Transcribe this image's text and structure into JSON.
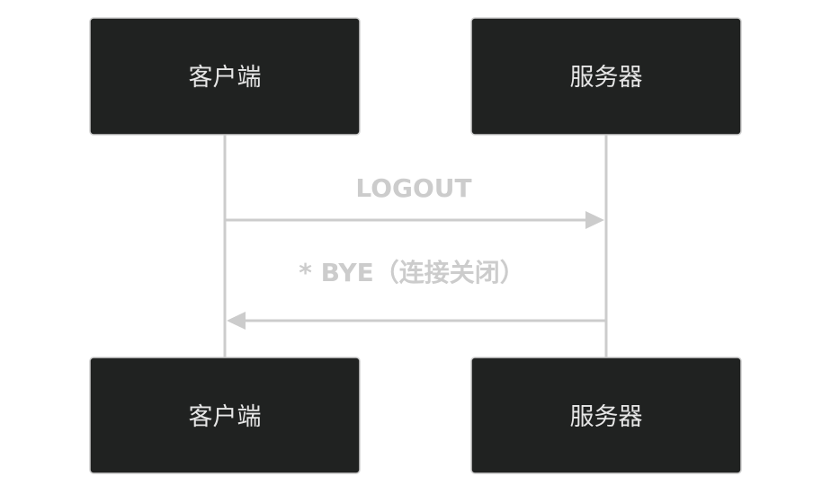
{
  "participants": [
    {
      "label": "客户端"
    },
    {
      "label": "服务器"
    }
  ],
  "messages": [
    {
      "from": "客户端",
      "to": "服务器",
      "label": "LOGOUT"
    },
    {
      "from": "服务器",
      "to": "客户端",
      "label": "* BYE（连接关闭）"
    }
  ],
  "colors": {
    "actor_fill": "#202221",
    "line": "#cccccc",
    "actor_text": "#e6e6e6"
  }
}
